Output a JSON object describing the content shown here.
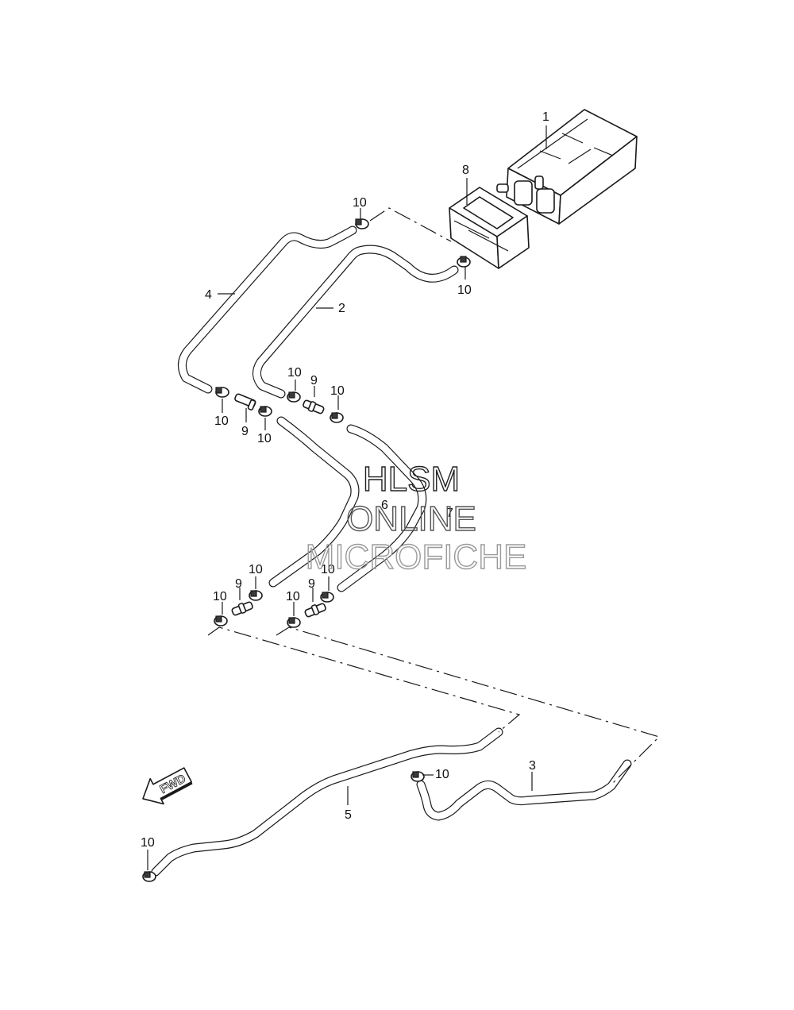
{
  "callouts": {
    "c1": "1",
    "c2": "2",
    "c3": "3",
    "c4": "4",
    "c5": "5",
    "c6": "6",
    "c7": "7",
    "c8": "8",
    "c9": "9",
    "c10": "10"
  },
  "fwd_label": "FWD",
  "watermark": {
    "line1": "HLSM",
    "line2": "ONLINE",
    "line3": "MICROFICHE"
  }
}
